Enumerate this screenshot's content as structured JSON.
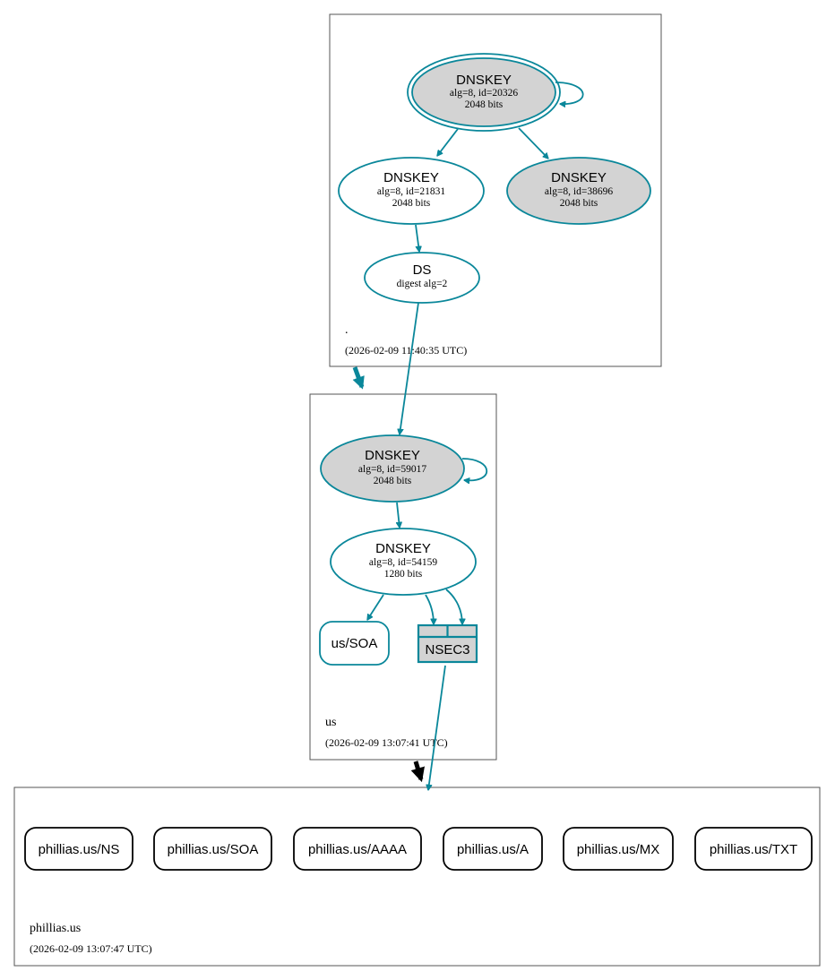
{
  "zones": {
    "root": {
      "name": ".",
      "time": "(2026-02-09 11:40:35 UTC)",
      "ksk": {
        "title": "DNSKEY",
        "params": "alg=8, id=20326",
        "bits": "2048 bits"
      },
      "zsk": {
        "title": "DNSKEY",
        "params": "alg=8, id=21831",
        "bits": "2048 bits"
      },
      "key3": {
        "title": "DNSKEY",
        "params": "alg=8, id=38696",
        "bits": "2048 bits"
      },
      "ds": {
        "title": "DS",
        "params": "digest alg=2"
      }
    },
    "us": {
      "name": "us",
      "time": "(2026-02-09 13:07:41 UTC)",
      "ksk": {
        "title": "DNSKEY",
        "params": "alg=8, id=59017",
        "bits": "2048 bits"
      },
      "zsk": {
        "title": "DNSKEY",
        "params": "alg=8, id=54159",
        "bits": "1280 bits"
      },
      "soa": "us/SOA",
      "nsec3": "NSEC3"
    },
    "phillias": {
      "name": "phillias.us",
      "time": "(2026-02-09 13:07:47 UTC)",
      "records": [
        "phillias.us/NS",
        "phillias.us/SOA",
        "phillias.us/AAAA",
        "phillias.us/A",
        "phillias.us/MX",
        "phillias.us/TXT"
      ]
    }
  },
  "colors": {
    "edge": "#0a879a",
    "filled_node": "#d3d3d3",
    "insecure_delegation": "#000000"
  }
}
